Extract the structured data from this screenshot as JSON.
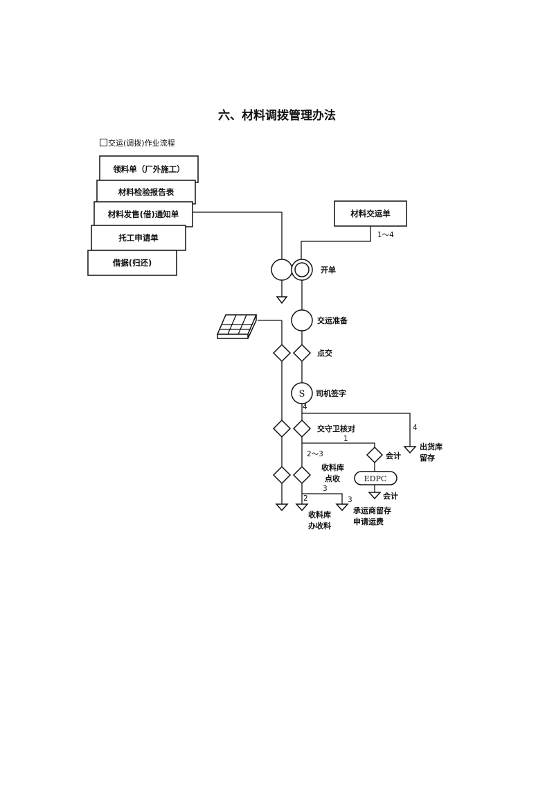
{
  "title": "六、材料调拨管理办法",
  "subtitle": "交运(调拨)作业流程",
  "documents": [
    "领料单（厂外施工）",
    "材料检验报告表",
    "材料发售(借)通知单",
    "托工申请单",
    "借据(归还)"
  ],
  "transfer_doc": "材料交运单",
  "labels": {
    "range_1_4": "1～4",
    "open_order": "开单",
    "prep": "交运准备",
    "check": "点交",
    "driver_sign": "司机签字",
    "driver_symbol": "S",
    "guard_check": "交守卫核对",
    "accounting_1": "会计",
    "accounting_2": "会计",
    "edpc": "EDPC",
    "n4_top": "4",
    "n4_side": "4",
    "n1": "1",
    "n2_3": "2～3",
    "n3_top": "3",
    "n2_bottom": "2",
    "n3_bottom": "3",
    "warehouse_receive_l1": "收料库",
    "warehouse_receive_l2": "点收",
    "outbound_l1": "出货库",
    "outbound_l2": "留存",
    "bottom_left_l1": "收料库",
    "bottom_left_l2": "办收料",
    "bottom_right_l1": "承运商留存",
    "bottom_right_l2": "申请运费"
  }
}
